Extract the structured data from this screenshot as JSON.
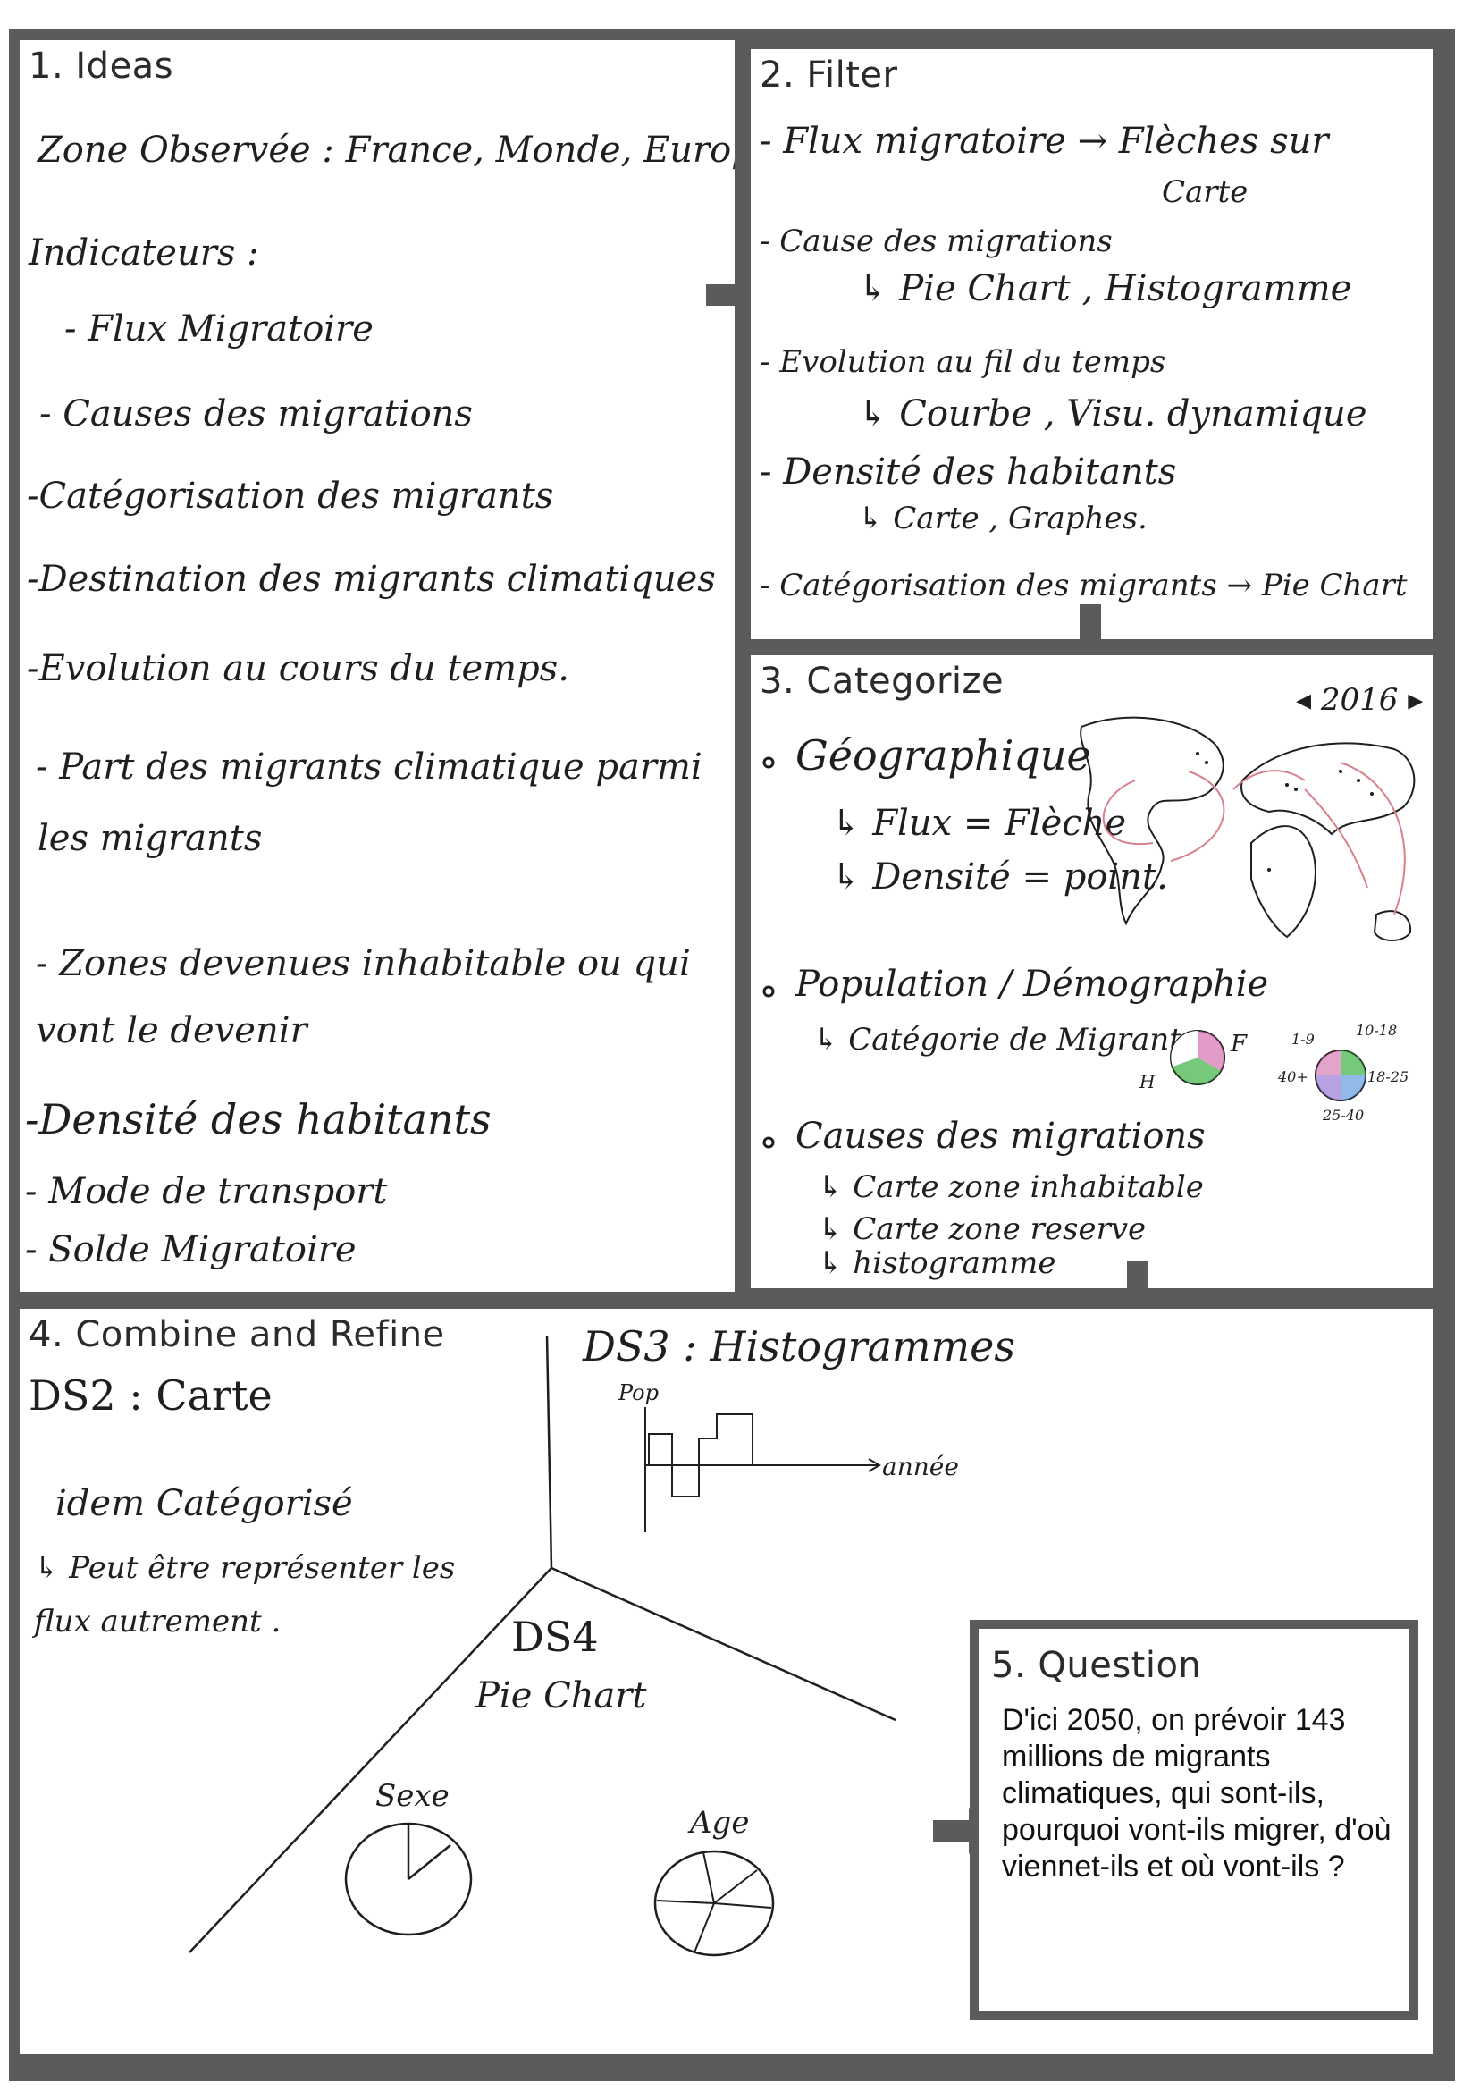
{
  "panels": {
    "ideas": {
      "title": "1. Ideas",
      "zone_line": "Zone Observée : France, Monde, Europe",
      "indicators_heading": "Indicateurs :",
      "items": [
        "- Flux Migratoire",
        "- Causes des migrations",
        "-Catégorisation des migrants",
        "-Destination des migrants climatiques",
        "-Evolution au cours du temps.",
        "- Part des migrants climatique parmi",
        "les migrants",
        "- Zones devenues inhabitable ou qui",
        "vont le devenir",
        "-Densité des habitants",
        "- Mode de transport",
        "- Solde Migratoire"
      ]
    },
    "filter": {
      "title": "2. Filter",
      "lines": [
        "- Flux migratoire → Flèches sur",
        "Carte",
        "- Cause des migrations",
        "↳ Pie Chart , Histogramme",
        "- Evolution au fil du temps",
        "↳ Courbe , Visu. dynamique",
        "- Densité des habitants",
        "↳ Carte , Graphes.",
        "- Catégorisation des migrants → Pie Chart"
      ]
    },
    "categorize": {
      "title": "3. Categorize",
      "year_label": "◂ 2016 ▸",
      "sections": [
        {
          "bullet": "Géographique",
          "sub": [
            "↳ Flux = Flèche",
            "↳ Densité = point."
          ]
        },
        {
          "bullet": "Population / Démographie",
          "sub": [
            "↳ Catégorie de Migrants"
          ]
        },
        {
          "bullet": "Causes des migrations",
          "sub": [
            "↳ Carte zone inhabitable",
            "↳ Carte zone reserve",
            "↳ histogramme"
          ]
        }
      ],
      "pie_labels": {
        "h": "H",
        "f": "F"
      },
      "age_labels": [
        "1-9",
        "10-18",
        "40+",
        "18-25",
        "25-40"
      ]
    },
    "combine": {
      "title": "4. Combine and Refine",
      "ds2_title": "DS2 : Carte",
      "ds2_lines": [
        "idem Catégorisé",
        "↳ Peut être représenter les",
        "flux autrement ."
      ],
      "ds3_title": "DS3 : Histogrammes",
      "ds3_axis_y": "Pop",
      "ds3_axis_x": "année",
      "ds4_title": "DS4",
      "ds4_subtitle": "Pie Chart",
      "pie_sexe": "Sexe",
      "pie_age": "Age"
    },
    "question": {
      "title": "5. Question",
      "text": "D'ici 2050, on prévoir 143 millions de migrants climatiques, qui sont-ils, pourquoi vont-ils migrer, d'où viennet-ils et où vont-ils ?"
    }
  },
  "colors": {
    "frame": "#5b5b5e",
    "ink": "#1f1f1f",
    "pink": "#d9808c",
    "green": "#3cb043",
    "purple": "#7a55c8",
    "blue": "#3b7fd6",
    "magenta": "#c84a9a"
  }
}
